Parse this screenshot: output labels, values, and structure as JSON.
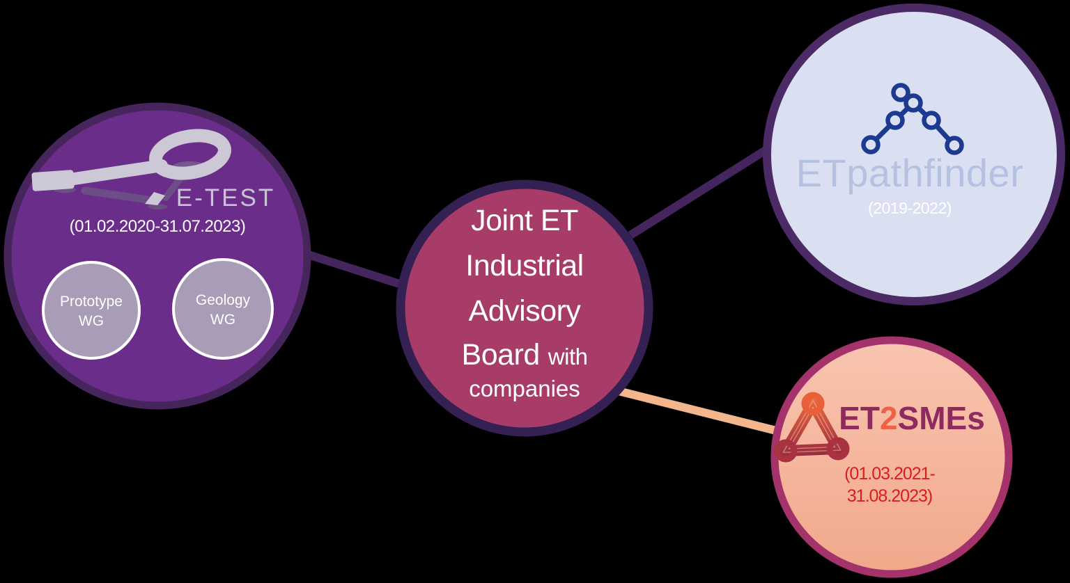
{
  "canvas": {
    "background": "#000000"
  },
  "connectors": {
    "purple_color": "#45255E",
    "peach_color": "#F3B68C"
  },
  "etest": {
    "title": "E-TEST",
    "dates": "(01.02.2020-31.07.2023)",
    "fill": "#6B2D8A",
    "border": "#46245C",
    "title_color": "#C9C4D3",
    "text_color": "#FFFFFF",
    "art_light": "#CDC8D6",
    "art_mid": "#75588F",
    "art_dark": "#6B4E85",
    "wg_fill": "#A89CB6",
    "wg_border": "#FFFFFF",
    "wg_text_color": "#FFFFFF",
    "working_groups": [
      {
        "line1": "Prototype",
        "line2": "WG"
      },
      {
        "line1": "Geology",
        "line2": "WG"
      }
    ]
  },
  "board": {
    "line1": "Joint ET",
    "line2": "Industrial",
    "line3": "Advisory",
    "line4_big": "Board",
    "line4_small": "with",
    "line5": "companies",
    "fill": "#A83C68",
    "border": "#342052",
    "text_color": "#FFFFFF"
  },
  "etpathfinder": {
    "title": "ETpathfinder",
    "dates": "(2019-2022)",
    "fill": "#DAE0F2",
    "border": "#4B2A66",
    "title_color": "#B5C1E3",
    "dates_color": "#FFFFFF",
    "logo_color": "#1C3A8F"
  },
  "et2smes": {
    "title_et": "ET",
    "title_2": "2",
    "title_smes": "SMEs",
    "dates_line1": "(01.03.2021-",
    "dates_line2": "31.08.2023)",
    "fill_top": "#F9C5B0",
    "fill_bottom": "#F1A88B",
    "border": "#A5336B",
    "title_color": "#8E2A5F",
    "title_2_color": "#EF6248",
    "dates_color": "#D61F1E",
    "logo_grad_top": "#ED6A3C",
    "logo_grad_bottom": "#93283F",
    "logo_top_color": "#E96038",
    "logo_bottom_color": "#A8323F",
    "logo_texture_color": "#F8C8B2"
  }
}
